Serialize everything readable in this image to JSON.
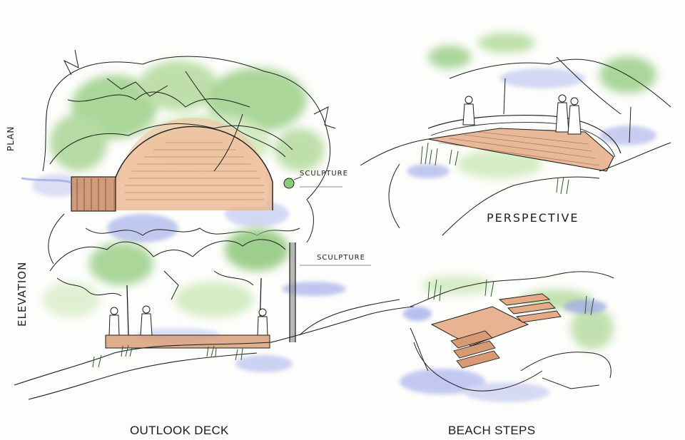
{
  "labels": {
    "plan": "PLAN",
    "elevation": "ELEVATION",
    "perspective": "PERSPECTIVE",
    "sculpture_plan": "SCULPTURE",
    "sculpture_elevation": "SCULPTURE"
  },
  "captions": {
    "outlook_deck": "OUTLOOK DECK",
    "beach_steps": "BEACH STEPS"
  },
  "palette": {
    "paper": "#fdfdfb",
    "foliage": "#8fc97a",
    "timber": "#d79a72",
    "water": "#9aa6e6",
    "ink": "#1e1e1e"
  }
}
